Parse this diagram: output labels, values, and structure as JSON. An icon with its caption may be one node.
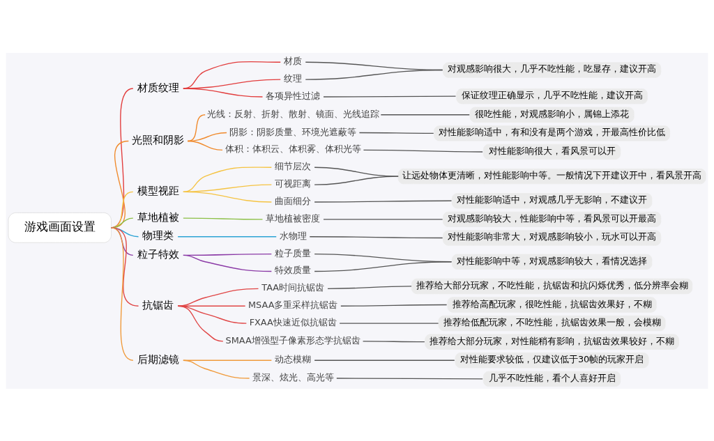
{
  "diagram": {
    "nodes": [
      {
        "text": [
          "游戏画面设置"
        ]
      },
      {
        "text": [
          "材质纹理"
        ]
      },
      {
        "text": [
          "材质"
        ]
      },
      {
        "text": [
          "纹理"
        ]
      },
      {
        "text": [
          "各项异性过滤"
        ]
      },
      {
        "text": [
          "对观感影响很大，几乎不吃性能，吃显存，建议开高"
        ]
      },
      {
        "text": [
          "保证纹理正确显示，几乎不吃性能，建议开高"
        ]
      },
      {
        "text": [
          "光照和阴影"
        ]
      },
      {
        "text": [
          "光线：反射、折射、散射、镜面、光线追踪"
        ]
      },
      {
        "text": [
          "阴影：阴影质量、环境光遮蔽等"
        ]
      },
      {
        "text": [
          "体积：体积云、体积雾、体积光等"
        ]
      },
      {
        "text": [
          "很吃性能，对观感影响小，属锦上添花"
        ]
      },
      {
        "text": [
          "对性能影响适中，有和没有是两个游戏，开最高性价比低"
        ]
      },
      {
        "text": [
          "对性能影响很大，看风景可以开"
        ]
      },
      {
        "text": [
          "模型视距"
        ]
      },
      {
        "text": [
          "细节层次"
        ]
      },
      {
        "text": [
          "可视距离"
        ]
      },
      {
        "text": [
          "曲面细分"
        ]
      },
      {
        "text": [
          "让远处物体更清晰，对性能影响中等。一般情况下开建议开中，看风景开高"
        ]
      },
      {
        "text": [
          "对性能影响适中，对观感几乎无影响，不建议开"
        ]
      },
      {
        "text": [
          "草地植被"
        ]
      },
      {
        "text": [
          "草地植被密度"
        ]
      },
      {
        "text": [
          "对观感影响较大，性能影响中等，看风景可以开最高"
        ]
      },
      {
        "text": [
          "物理类"
        ]
      },
      {
        "text": [
          "水物理"
        ]
      },
      {
        "text": [
          "对性能影响非常大，对观感影响较小，玩水可以开高"
        ]
      },
      {
        "text": [
          "粒子特效"
        ]
      },
      {
        "text": [
          "粒子质量"
        ]
      },
      {
        "text": [
          "特效质量"
        ]
      },
      {
        "text": [
          "对性能影响中等，对观感影响较大，看情况选择"
        ]
      },
      {
        "text": [
          "抗锯齿"
        ]
      },
      {
        "text": [
          "TAA时间抗锯齿"
        ]
      },
      {
        "text": [
          "MSAA多重采样抗锯齿"
        ]
      },
      {
        "text": [
          "FXAA快速近似抗锯齿"
        ]
      },
      {
        "text": [
          "SMAA增强型子像素形态学抗锯齿"
        ]
      },
      {
        "text": [
          "推荐给大部分玩家，不吃性能，抗锯齿和抗闪烁优秀，低分辨率会糊"
        ]
      },
      {
        "text": [
          "推荐给高配玩家，很吃性能，抗锯齿效果好，不糊"
        ]
      },
      {
        "text": [
          "推荐给低配玩家，不吃性能，抗锯齿效果一般，会模糊"
        ]
      },
      {
        "text": [
          "推荐给大部分玩家，对性能稍有影响，抗锯齿效果较好，不糊"
        ]
      },
      {
        "text": [
          "后期滤镜"
        ]
      },
      {
        "text": [
          "动态模糊"
        ]
      },
      {
        "text": [
          "景深、炫光、高光等"
        ]
      },
      {
        "text": [
          "对性能要求较低，仅建议低于30帧的玩家开启"
        ]
      },
      {
        "text": [
          "几乎不吃性能，看个人喜好开启"
        ]
      }
    ],
    "edges": [
      {
        "from": 0,
        "to": 1,
        "arrow": "none",
        "color": "#e23c3c"
      },
      {
        "from": 1,
        "to": 2,
        "arrow": "none",
        "color": "#e23c3c"
      },
      {
        "from": 1,
        "to": 3,
        "arrow": "none",
        "color": "#e23c3c"
      },
      {
        "from": 1,
        "to": 4,
        "arrow": "none",
        "color": "#e23c3c"
      },
      {
        "from": 2,
        "to": 5,
        "arrow": "none",
        "color": "#555555"
      },
      {
        "from": 3,
        "to": 5,
        "arrow": "none",
        "color": "#555555"
      },
      {
        "from": 4,
        "to": 6,
        "arrow": "none",
        "color": "#555555"
      },
      {
        "from": 0,
        "to": 7,
        "arrow": "none",
        "color": "#f08a2c"
      },
      {
        "from": 7,
        "to": 8,
        "arrow": "none",
        "color": "#f08a2c"
      },
      {
        "from": 7,
        "to": 9,
        "arrow": "none",
        "color": "#f08a2c"
      },
      {
        "from": 7,
        "to": 10,
        "arrow": "none",
        "color": "#f08a2c"
      },
      {
        "from": 8,
        "to": 11,
        "arrow": "none",
        "color": "#555555"
      },
      {
        "from": 9,
        "to": 12,
        "arrow": "none",
        "color": "#555555"
      },
      {
        "from": 10,
        "to": 13,
        "arrow": "none",
        "color": "#555555"
      },
      {
        "from": 0,
        "to": 14,
        "arrow": "none",
        "color": "#f5c342"
      },
      {
        "from": 14,
        "to": 15,
        "arrow": "none",
        "color": "#f5c342"
      },
      {
        "from": 14,
        "to": 16,
        "arrow": "none",
        "color": "#f5c342"
      },
      {
        "from": 14,
        "to": 17,
        "arrow": "none",
        "color": "#f5c342"
      },
      {
        "from": 15,
        "to": 18,
        "arrow": "none",
        "color": "#555555"
      },
      {
        "from": 16,
        "to": 18,
        "arrow": "none",
        "color": "#555555"
      },
      {
        "from": 17,
        "to": 19,
        "arrow": "none",
        "color": "#555555"
      },
      {
        "from": 0,
        "to": 20,
        "arrow": "none",
        "color": "#8bbf45"
      },
      {
        "from": 20,
        "to": 21,
        "arrow": "none",
        "color": "#8bbf45"
      },
      {
        "from": 21,
        "to": 22,
        "arrow": "none",
        "color": "#555555"
      },
      {
        "from": 0,
        "to": 23,
        "arrow": "none",
        "color": "#2ba3d4"
      },
      {
        "from": 23,
        "to": 24,
        "arrow": "none",
        "color": "#2ba3d4"
      },
      {
        "from": 24,
        "to": 25,
        "arrow": "none",
        "color": "#555555"
      },
      {
        "from": 0,
        "to": 26,
        "arrow": "none",
        "color": "#8b3aa6"
      },
      {
        "from": 26,
        "to": 27,
        "arrow": "none",
        "color": "#8b3aa6"
      },
      {
        "from": 26,
        "to": 28,
        "arrow": "none",
        "color": "#8b3aa6"
      },
      {
        "from": 27,
        "to": 29,
        "arrow": "none",
        "color": "#555555"
      },
      {
        "from": 28,
        "to": 29,
        "arrow": "none",
        "color": "#555555"
      },
      {
        "from": 0,
        "to": 30,
        "arrow": "none",
        "color": "#e04545"
      },
      {
        "from": 30,
        "to": 31,
        "arrow": "none",
        "color": "#e04545"
      },
      {
        "from": 30,
        "to": 32,
        "arrow": "none",
        "color": "#e04545"
      },
      {
        "from": 30,
        "to": 33,
        "arrow": "none",
        "color": "#e04545"
      },
      {
        "from": 30,
        "to": 34,
        "arrow": "none",
        "color": "#e04545"
      },
      {
        "from": 31,
        "to": 35,
        "arrow": "none",
        "color": "#555555"
      },
      {
        "from": 32,
        "to": 36,
        "arrow": "none",
        "color": "#555555"
      },
      {
        "from": 33,
        "to": 37,
        "arrow": "none",
        "color": "#555555"
      },
      {
        "from": 34,
        "to": 38,
        "arrow": "none",
        "color": "#555555"
      },
      {
        "from": 0,
        "to": 39,
        "arrow": "none",
        "color": "#f09a3a"
      },
      {
        "from": 39,
        "to": 40,
        "arrow": "none",
        "color": "#f09a3a"
      },
      {
        "from": 39,
        "to": 41,
        "arrow": "none",
        "color": "#f09a3a"
      },
      {
        "from": 40,
        "to": 42,
        "arrow": "none",
        "color": "#555555"
      },
      {
        "from": 41,
        "to": 43,
        "arrow": "none",
        "color": "#555555"
      }
    ]
  }
}
